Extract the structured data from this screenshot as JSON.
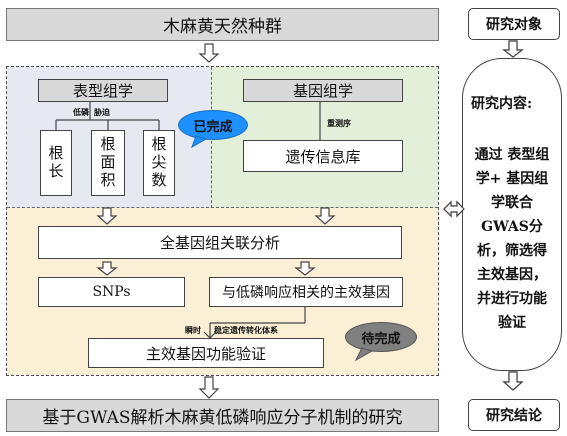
{
  "top_title": "木麻黄天然种群",
  "bottom_title": "基于GWAS解析木麻黄低磷响应分子机制的研究",
  "phenomics": {
    "title": "表型组学",
    "stress_label_1": "低磷",
    "stress_label_2": "胁迫",
    "traits": [
      "根长",
      "根面积",
      "根尖数"
    ]
  },
  "genomics": {
    "title": "基因组学",
    "resequencing_label": "重测序",
    "database": "遗传信息库"
  },
  "status": {
    "done": "已完成",
    "todo": "待完成"
  },
  "gwas": "全基因组关联分析",
  "snps": "SNPs",
  "main_genes": "与低磷响应相关的主效基因",
  "transform_label_1": "瞬时",
  "transform_label_2": "稳定遗传转化体系",
  "validation": "主效基因功能验证",
  "side": {
    "object": "研究对象",
    "content_title": "研究内容:",
    "content_body": "通过 表型组学+ 基因组学联合GWAS分析，筛选得主效基因，并进行功能验证",
    "conclusion": "研究结论"
  }
}
